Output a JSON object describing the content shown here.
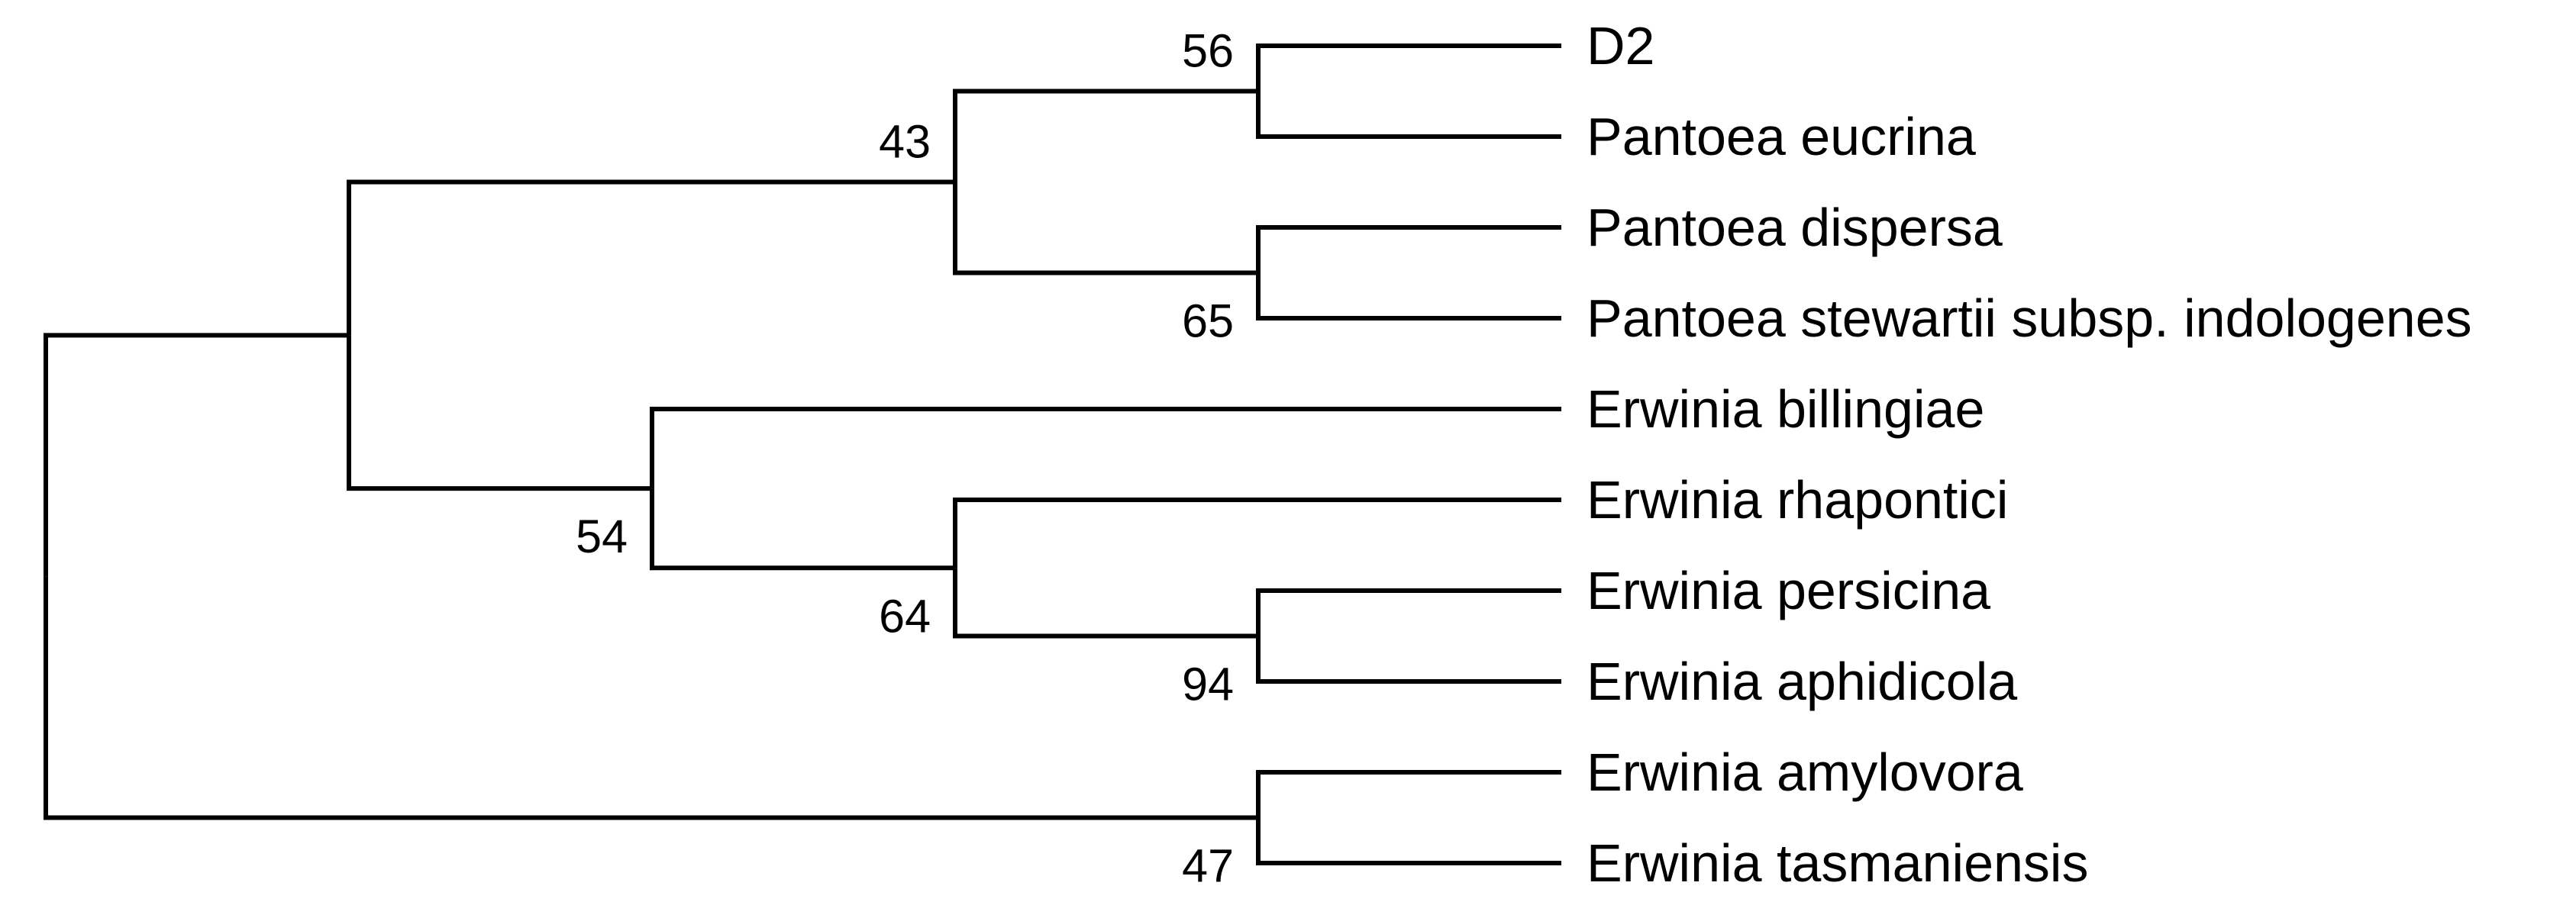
{
  "figure": {
    "kind": "phylogenetic-tree-cladogram",
    "orientation": "left-to-right",
    "background_color": "#ffffff",
    "line_color": "#000000",
    "text_color": "#000000"
  },
  "taxa_order": [
    "D2",
    "Pantoea eucrina",
    "Pantoea dispersa",
    "Pantoea stewartii subsp. indologenes",
    "Erwinia billingiae",
    "Erwinia rhapontici",
    "Erwinia persicina",
    "Erwinia aphidicola",
    "Erwinia amylovora",
    "Erwinia tasmaniensis"
  ],
  "support_values": [
    "56",
    "43",
    "65",
    "54",
    "64",
    "94",
    "47"
  ],
  "tree": {
    "root": {
      "children": [
        {
          "children": [
            {
              "support": "43",
              "children": [
                {
                  "support": "56",
                  "children": [
                    {
                      "name": "D2"
                    },
                    {
                      "name": "Pantoea eucrina"
                    }
                  ]
                },
                {
                  "support": "65",
                  "children": [
                    {
                      "name": "Pantoea dispersa"
                    },
                    {
                      "name": "Pantoea stewartii subsp. indologenes"
                    }
                  ]
                }
              ]
            },
            {
              "support": "54",
              "children": [
                {
                  "name": "Erwinia billingiae"
                },
                {
                  "support": "64",
                  "children": [
                    {
                      "name": "Erwinia rhapontici"
                    },
                    {
                      "support": "94",
                      "children": [
                        {
                          "name": "Erwinia persicina"
                        },
                        {
                          "name": "Erwinia aphidicola"
                        }
                      ]
                    }
                  ]
                }
              ]
            }
          ]
        },
        {
          "support": "47",
          "children": [
            {
              "name": "Erwinia amylovora"
            },
            {
              "name": "Erwinia tasmaniensis"
            }
          ]
        }
      ]
    }
  }
}
